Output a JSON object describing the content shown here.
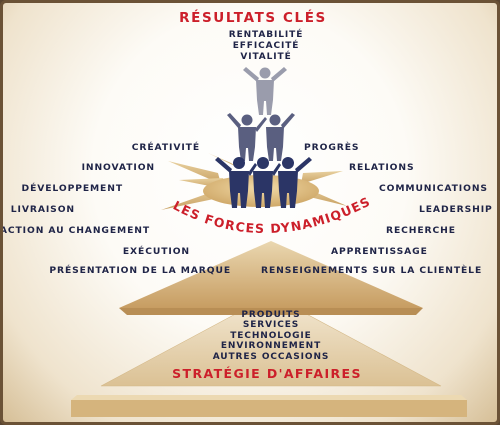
{
  "top_title": "RÉSULTATS CLÉS",
  "top_results": [
    "RENTABILITÉ",
    "EFFICACITÉ",
    "VITALITÉ"
  ],
  "left_labels": [
    "CRÉATIVITÉ",
    "INNOVATION",
    "DÉVELOPPEMENT",
    "LIVRAISON",
    "RÉACTION AU CHANGEMENT",
    "EXÉCUTION",
    "PRÉSENTATION DE LA MARQUE"
  ],
  "right_labels": [
    "PROGRÈS",
    "RELATIONS",
    "COMMUNICATIONS",
    "LEADERSHIP",
    "RECHERCHE",
    "APPRENTISSAGE",
    "RENSEIGNEMENTS SUR LA CLIENTÈLE"
  ],
  "arc_title": "LES FORCES DYNAMIQUES",
  "strategy_items": [
    "PRODUITS",
    "SERVICES",
    "TECHNOLOGIE",
    "ENVIRONNEMENT",
    "AUTRES OCCASIONS"
  ],
  "strategy_title": "STRATÉGIE D'AFFAIRES",
  "colors": {
    "title_red": "#cc1f2a",
    "text_navy": "#1f2447",
    "figure_navy": "#2b3566",
    "figure_grey": "#9a9cac",
    "platform_tan": "#d8b77d"
  }
}
